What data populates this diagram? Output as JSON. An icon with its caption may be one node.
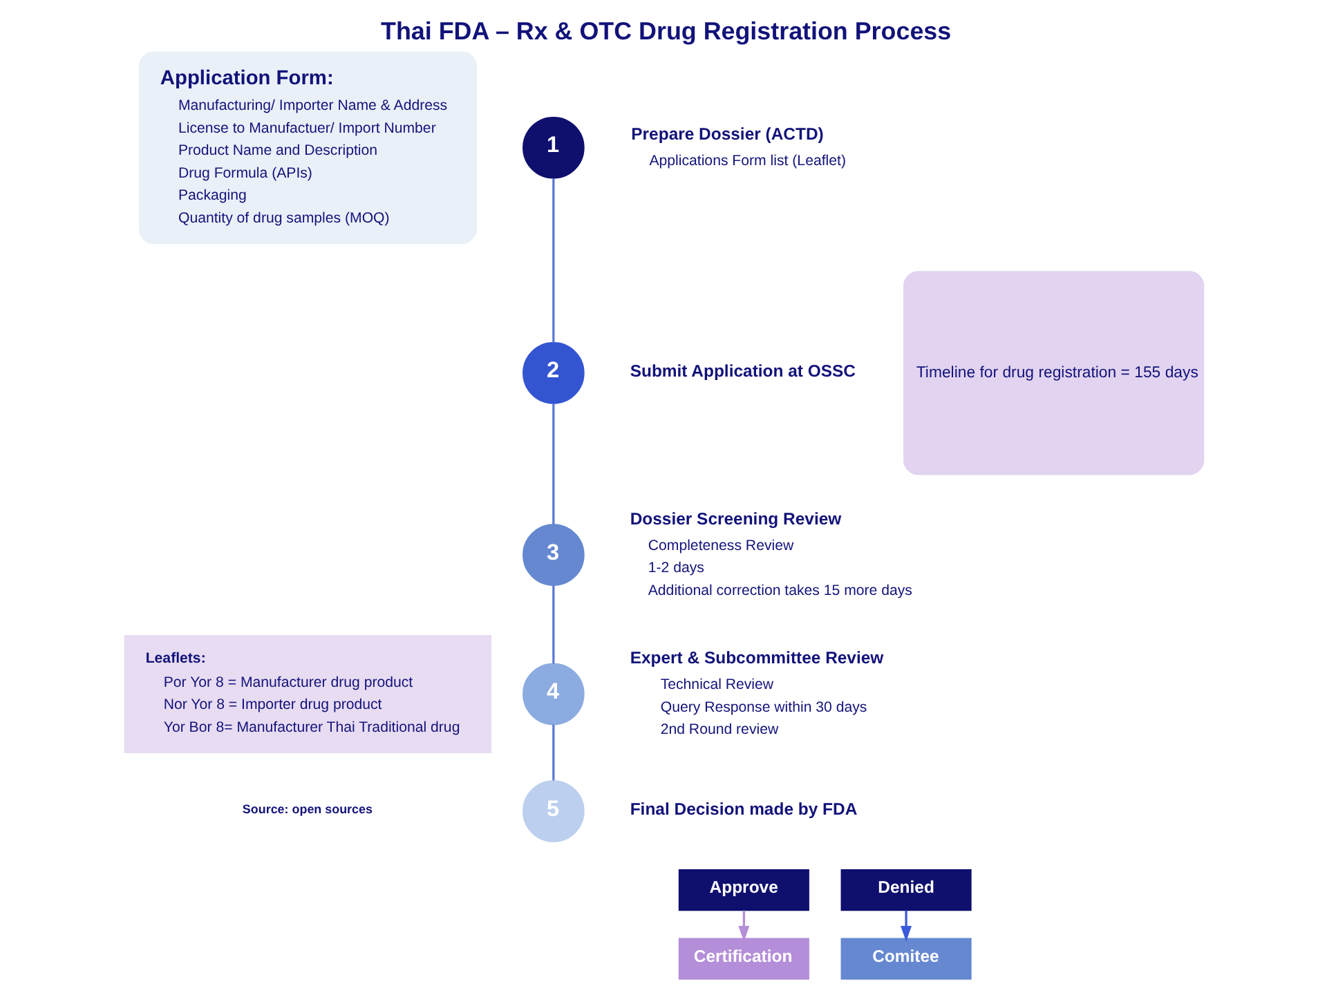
{
  "diagram": {
    "title": "Thai FDA – Rx & OTC Drug Registration Process",
    "caption": "Source: open sources",
    "nodes": [
      {
        "text": [
          "Application Form:",
          "Manufacturing/ Importer Name & Address",
          "License to Manufactuer/ Import Number",
          "Product Name and Description",
          "Drug Formula (APIs)",
          "Packaging",
          "Quantity of drug samples (MOQ)"
        ]
      },
      {
        "text": [
          "Leaflets:",
          "Por Yor 8 = Manufacturer drug product",
          "Nor Yor 8 = Importer drug product",
          "Yor Bor 8= Manufacturer Thai Traditional drug"
        ]
      },
      {
        "text": [
          "1"
        ],
        "beside": [
          "Prepare Dossier (ACTD)",
          "Applications Form list (Leaflet)"
        ]
      },
      {
        "text": [
          "2"
        ],
        "beside": [
          "Submit Application at OSSC"
        ]
      },
      {
        "text": [
          "3"
        ],
        "beside": [
          "Dossier Screening Review",
          "Completeness Review",
          "1-2 days",
          "Additional correction takes 15 more days"
        ]
      },
      {
        "text": [
          "4"
        ],
        "beside": [
          "Expert & Subcommittee Review",
          "Technical Review",
          "Query Response within 30 days",
          "2nd Round review"
        ]
      },
      {
        "text": [
          "5"
        ],
        "beside": [
          "Final Decision made by FDA"
        ]
      },
      {
        "text": [
          "Approve"
        ]
      },
      {
        "text": [
          "Denied"
        ]
      },
      {
        "text": [
          "Certification"
        ]
      },
      {
        "text": [
          "Comitee"
        ]
      },
      {
        "text": [
          "Timeline for drug registration = 155 days"
        ]
      }
    ],
    "edges": [
      {
        "from": 2,
        "to": 3,
        "arrow": "none"
      },
      {
        "from": 3,
        "to": 4,
        "arrow": "none"
      },
      {
        "from": 4,
        "to": 5,
        "arrow": "none"
      },
      {
        "from": 5,
        "to": 6,
        "arrow": "none"
      },
      {
        "from": 7,
        "to": 9,
        "arrow": "to",
        "color": "#b48ed8"
      },
      {
        "from": 8,
        "to": 10,
        "arrow": "to",
        "color": "#3b5bdb"
      }
    ]
  }
}
